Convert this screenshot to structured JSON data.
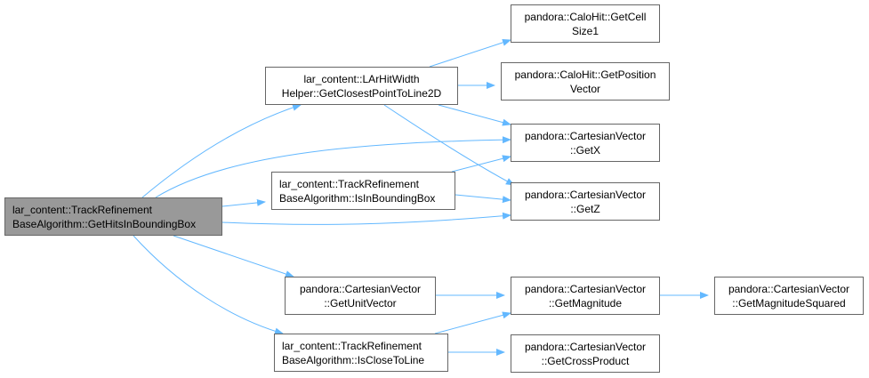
{
  "colors": {
    "edge": "#63b8ff",
    "root_fill": "#999999",
    "border": "#666666"
  },
  "nodes": {
    "root": "lar_content::TrackRefinement\nBaseAlgorithm::GetHitsInBoundingBox",
    "closest_point": "lar_content::LArHitWidth\nHelper::GetClosestPointToLine2D",
    "is_in_bbox": "lar_content::TrackRefinement\nBaseAlgorithm::IsInBoundingBox",
    "unit_vector": "pandora::CartesianVector\n::GetUnitVector",
    "is_close": "lar_content::TrackRefinement\nBaseAlgorithm::IsCloseToLine",
    "cell_size": "pandora::CaloHit::GetCell\nSize1",
    "position": "pandora::CaloHit::GetPosition\nVector",
    "get_x": "pandora::CartesianVector\n::GetX",
    "get_z": "pandora::CartesianVector\n::GetZ",
    "magnitude": "pandora::CartesianVector\n::GetMagnitude",
    "cross": "pandora::CartesianVector\n::GetCrossProduct",
    "mag_sq": "pandora::CartesianVector\n::GetMagnitudeSquared"
  }
}
